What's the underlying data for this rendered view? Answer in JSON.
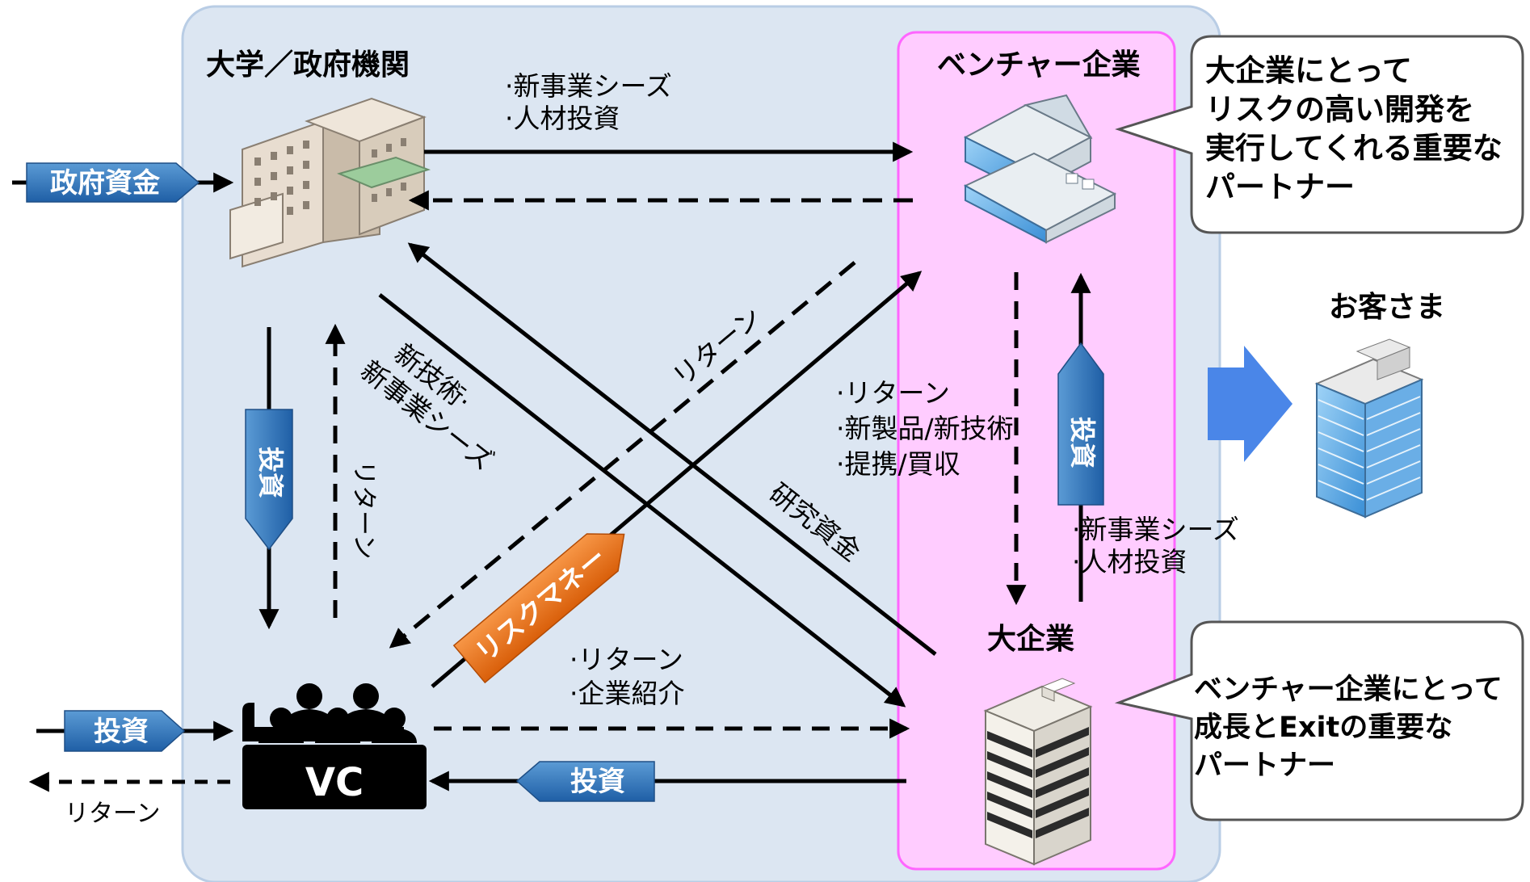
{
  "nodes": {
    "university": "大学／政府機関",
    "venture": "ベンチャー企業",
    "large_corp": "大企業",
    "customers": "お客さま",
    "vc": "VC"
  },
  "callouts": {
    "venture_note": [
      "大企業にとって",
      "リスクの高い開発を",
      "実行してくれる重要な",
      "パートナー"
    ],
    "large_corp_note": [
      "ベンチャー企業にとって",
      "成長とExitの重要な",
      "パートナー"
    ]
  },
  "tags": {
    "gov_funds": "政府資金",
    "investment_vc_in": "投資",
    "investment_corp_to_vc": "投資",
    "investment_vertical_left": "投資",
    "investment_vertical_right": "投資",
    "risk_money": "リスクマネー"
  },
  "labels": {
    "univ_to_venture": [
      "·新事業シーズ",
      "·人材投資"
    ],
    "new_tech_seeds": [
      "新技術·",
      "新事業シーズ"
    ],
    "return_diag": "リターン",
    "return_vertical": "リターン",
    "research_funds": "研究資金",
    "venture_to_corp": [
      "·リターン",
      "·新製品/新技術",
      "·提携/買収"
    ],
    "corp_to_venture": [
      "·新事業シーズ",
      "·人材投資"
    ],
    "vc_to_corp": [
      "·リターン",
      "·企業紹介"
    ],
    "vc_return_out": "リターン"
  },
  "colors": {
    "outer_panel": "#dce6f2",
    "outer_border": "#b9cde5",
    "venture_panel": "#ffccff",
    "venture_border": "#ff66ff",
    "tag_blue": "#2e75b6",
    "tag_orange": "#e36c0a",
    "arrow_to_customers": "#4a86e8"
  }
}
